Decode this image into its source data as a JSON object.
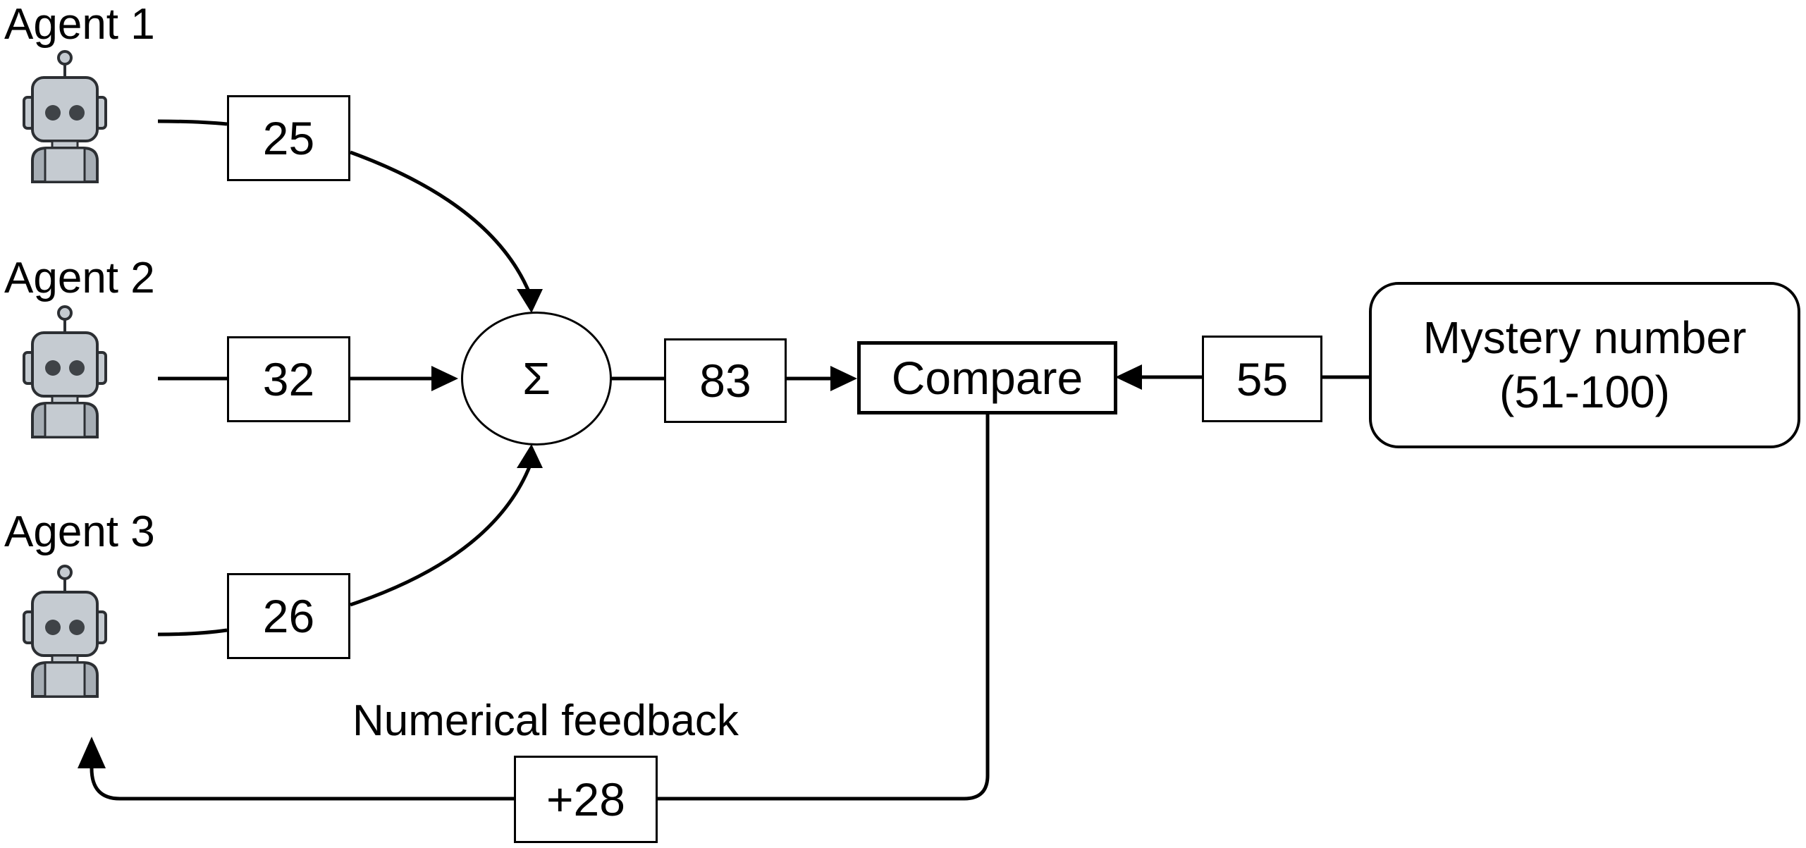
{
  "agents": [
    {
      "label": "Agent 1",
      "guess": "25",
      "icon": "robot-icon"
    },
    {
      "label": "Agent 2",
      "guess": "32",
      "icon": "robot-icon"
    },
    {
      "label": "Agent 3",
      "guess": "26",
      "icon": "robot-icon"
    }
  ],
  "sum": {
    "symbol": "Σ",
    "total": "83"
  },
  "compare": {
    "label": "Compare"
  },
  "mystery": {
    "line1": "Mystery number",
    "line2": "(51-100)",
    "value": "55"
  },
  "feedback": {
    "label": "Numerical feedback",
    "value": "+28"
  },
  "colors": {
    "robot_body": "#c5cbd1",
    "robot_dark": "#3f4347",
    "robot_outline": "#2c2f33",
    "robot_base": "#a6adb4"
  }
}
